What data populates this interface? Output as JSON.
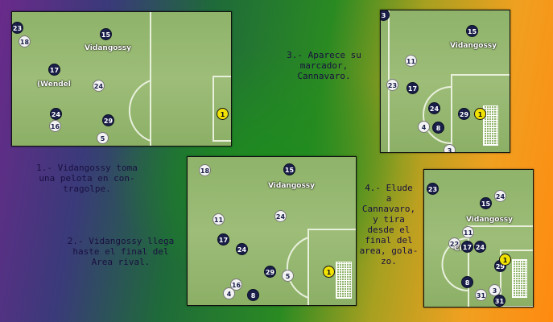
{
  "captions": {
    "c1": "1.- Vidangossy toma\nuna pelota en con-\ntragolpe.",
    "c2": "2.- Vidangossy llega\nhaste el final del\nArea rival.",
    "c3": "3.- Aparece su\nmarcador,\nCannavaro.",
    "c4": "4.- Elude\na\nCannavaro,\ny tira\ndesde el\nfinal del\narea, gola-\nzo."
  },
  "panel1": {
    "players": [
      "23",
      "18",
      "15",
      "17",
      "24",
      "24",
      "16",
      "29",
      "5",
      "1"
    ],
    "names": [
      "Vidangossy",
      "(Wendel"
    ]
  },
  "panel2": {
    "players": [
      "18",
      "15",
      "11",
      "24",
      "17",
      "24",
      "29",
      "5",
      "16",
      "4",
      "8",
      "1"
    ],
    "names": [
      "Vidangossy"
    ]
  },
  "panel3": {
    "players": [
      "3",
      "15",
      "11",
      "23",
      "17",
      "24",
      "29",
      "1",
      "4",
      "8",
      "3"
    ],
    "names": [
      "Vidangossy"
    ]
  },
  "panel4": {
    "players": [
      "23",
      "15",
      "24",
      "11",
      "17",
      "24",
      "22",
      "29",
      "8",
      "3",
      "31",
      "31",
      "1"
    ],
    "names": [
      "Vidangossy",
      "Ci"
    ]
  },
  "colors": {
    "home": "#1a1f4a",
    "away": "#f3f3f3",
    "keeper": "#f2e200",
    "pitch": "#96b870"
  }
}
